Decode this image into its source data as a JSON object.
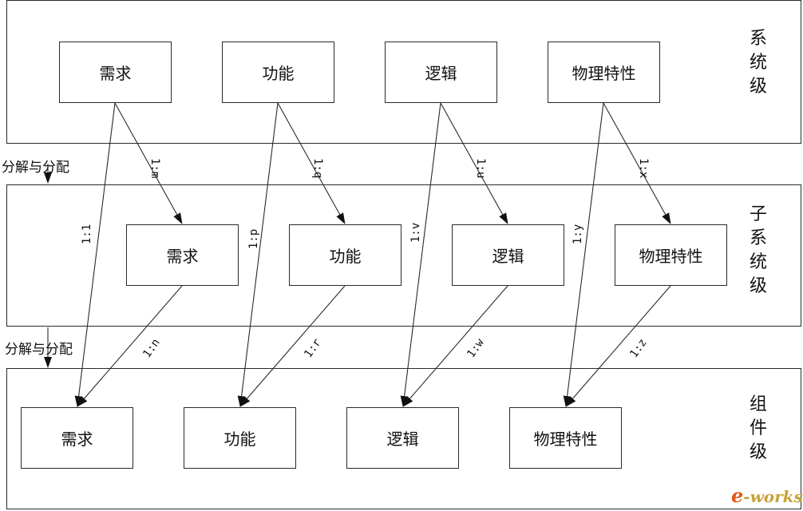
{
  "levels": {
    "system": [
      "系",
      "统",
      "级"
    ],
    "subsystem": [
      "子",
      "系",
      "统",
      "级"
    ],
    "component": [
      "组",
      "件",
      "级"
    ]
  },
  "flow_labels": [
    "分解与分配",
    "分解与分配"
  ],
  "boxes": {
    "system": [
      "需求",
      "功能",
      "逻辑",
      "物理特性"
    ],
    "subsystem": [
      "需求",
      "功能",
      "逻辑",
      "物理特性"
    ],
    "component": [
      "需求",
      "功能",
      "逻辑",
      "物理特性"
    ]
  },
  "relations": {
    "sys_to_sub": [
      "1:m",
      "1:q",
      "1:u",
      "1:x"
    ],
    "sys_to_comp": [
      "1:1",
      "1:p",
      "1:v",
      "1:y"
    ],
    "sub_to_comp": [
      "1:n",
      "1:r",
      "1:w",
      "1:z"
    ]
  },
  "watermark": "e-works"
}
